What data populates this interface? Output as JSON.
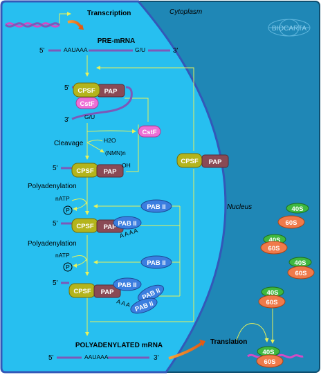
{
  "labels": {
    "transcription": "Transcription",
    "cytoplasm": "Cytoplasm",
    "nucleus": "Nucleus",
    "pre_mrna": "PRE-mRNA",
    "cleavage": "Cleavage",
    "polyadenylation_1": "Polyadenylation",
    "polyadenylation_2": "Polyadenylation",
    "polyadenylated_mrna": "POLYADENYLATED mRNA",
    "translation": "Translation",
    "logo": "BIOCARTA"
  },
  "seq": {
    "five_prime": "5'",
    "three_prime": "3'",
    "signal": "AAUAAA",
    "gu": "G/U",
    "oh": "OH",
    "aaa": "A A A",
    "aaaa": "A A A A"
  },
  "molecules": {
    "cpsf": "CPSF",
    "pap": "PAP",
    "cstf": "CstF",
    "pab2": "PAB II",
    "s40": "40S",
    "s60": "60S"
  },
  "reagents": {
    "h2o": "H2O",
    "nmn": "(NMN)n",
    "natp": "nATP",
    "p": "P"
  },
  "colors": {
    "cytoplasm": "#1f87b6",
    "nucleus": "#27bff0",
    "cpsf": "#b4b41c",
    "pap": "#8a4a55",
    "cstf": "#ee6fd6",
    "pab2": "#3b7ee0",
    "ribosome_40s": "#3fb83f",
    "ribosome_60s": "#f07a4a",
    "rna": "#7d58b8",
    "arrow": "#e8f25a"
  }
}
